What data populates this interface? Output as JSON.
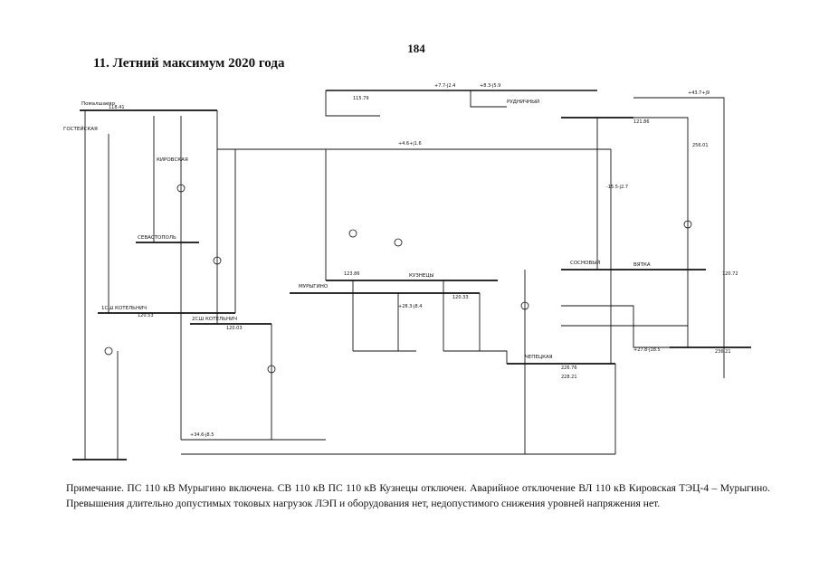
{
  "page": {
    "number": "184",
    "title": "11. Летний максимум 2020 года"
  },
  "diagram": {
    "buses": {
      "pomalshaevo": "Помалшаево",
      "gas": "ГОСТЕЙСКАЯ",
      "kirovskaya": "КИРОВСКАЯ",
      "murygino": "МУРЫГИНО",
      "kuznetsy": "КУЗНЕЦЫ",
      "sosnovy": "СОСНОВЫЙ",
      "sevastopol": "СЕВАСТОПОЛЬ",
      "chepetsk": "ЧЕПЕЦКАЯ",
      "kotelnich": "1СШ КОТЕЛЬНИЧ",
      "kotelnich2": "2СШ КОТЕЛЬНИЧ",
      "vyatka": "ВЯТКА",
      "rudnichny": "РУДНИЧНЫЙ"
    },
    "values": {
      "v1": "118.41",
      "v2": "115.79",
      "v3": "120.53",
      "v4": "120.03",
      "v5": "121.86",
      "v6": "256.01",
      "v7": "236.21",
      "v8": "120.33",
      "v9": "123.86",
      "v10": "120.72",
      "v11": "226.76",
      "v12": "228.21",
      "f1": "+7.7-j2.4",
      "f2": "+8.3-j5.9",
      "f3": "+4.6+j1.6",
      "f4": "+28.3-j8.4",
      "f5": "+27.8-j18.5",
      "f6": "-15.5-j2.7",
      "f7": "+43.7+j9",
      "f8": "+34.6-j8.5"
    }
  },
  "note": {
    "text": "Примечание. ПС 110 кВ Мурыгино включена. СВ 110 кВ ПС 110 кВ Кузнецы отключен. Аварийное отключение ВЛ 110 кВ Кировская ТЭЦ-4 – Мурыгино. Превышения длительно допустимых токовых нагрузок ЛЭП и оборудования нет, недопустимого снижения уровней напряжения нет."
  }
}
